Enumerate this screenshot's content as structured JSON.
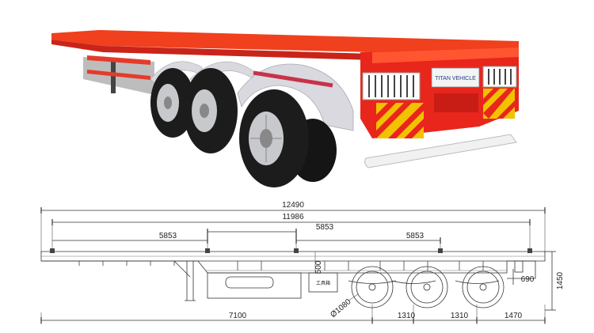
{
  "photo": {
    "brand_plate": "TITAN VEHICLE",
    "colors": {
      "frame": "#e8261c",
      "deck": "#f0401e",
      "fender": "#d9d9df",
      "tire": "#1c1c1c",
      "rim": "#c7c9cc",
      "hazard_yellow": "#f2c200",
      "bumper": "#f1f1f1"
    }
  },
  "drawing": {
    "dimensions": {
      "overall_length": "12490",
      "deck_length": "11986",
      "lock_spacing_1": "5853",
      "lock_spacing_2": "5853",
      "lock_spacing_3": "5853",
      "kingpin_to_axle": "7100",
      "axle_spacing_1": "1310",
      "axle_spacing_2": "1310",
      "rear_overhang": "1470",
      "frame_height": "500",
      "rear_height": "690",
      "overall_height": "1450",
      "wheel_diameter": "Ø1080"
    },
    "toolbox_label": "工具箱"
  }
}
